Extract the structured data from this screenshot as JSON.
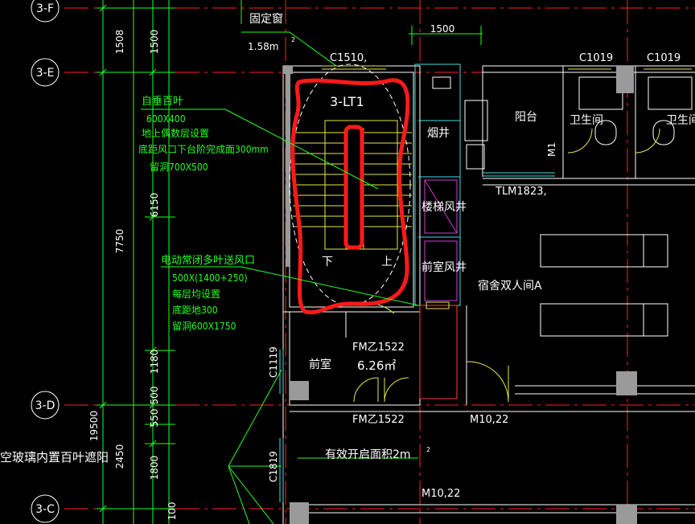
{
  "axes": {
    "f": "3-F",
    "e": "3-E",
    "d": "3-D",
    "c": "3-C"
  },
  "dims": {
    "d1508": "1508",
    "d1500v": "1500",
    "d1500h": "1500",
    "d6150": "6150",
    "d7750": "7750",
    "d1180": "1180",
    "d500": "500",
    "d550": "550",
    "d1800": "1800",
    "d2450": "2450",
    "d19500": "19500",
    "d100": "100"
  },
  "labels": {
    "fixed_window": "固定窗",
    "fixed_window_area": "1.58m",
    "sup2": "2",
    "window_c1510": "C1510,",
    "window_c1019_a": "C1019",
    "window_c1019_b": "C1019",
    "stair_id": "3-LT1",
    "down": "下",
    "up": "上",
    "flue_shaft": "烟井",
    "stair_vent_shaft": "楼梯风井",
    "anteroom_vent_shaft": "前室风井",
    "balcony": "阳台",
    "bathroom_a": "卫生间",
    "bathroom_b": "卫生间",
    "door_m1": "M1",
    "window_tlm": "TLM1823,",
    "dorm_room": "宿舍双人间A",
    "anteroom": "前室",
    "fire_door_1": "FM乙1522",
    "fire_door_2": "FM乙1522",
    "area": "6.26㎡",
    "door_m10_a": "M10,22",
    "door_m10_b": "M10,22",
    "window_c1119": "C1119",
    "window_c1819": "C1819",
    "effective_opening": "有效开启面积2m",
    "glass_note": "空玻璃内置百叶遮阳"
  },
  "notes": {
    "louver": {
      "title": "自垂百叶",
      "lines": [
        "600X400",
        "地上偶数层设置",
        "底距风口下台阶完成面300mm",
        "留洞700X500"
      ]
    },
    "vent": {
      "title": "电动常闭多叶送风口",
      "lines": [
        "500X(1400+250)",
        "每层均设置",
        "底距地300",
        "留洞600X1750"
      ]
    }
  },
  "colors": {
    "background": "#000000",
    "wall_lines": "#ffffff",
    "grid": "#ff2020",
    "annotation": "#22ff22",
    "highlight": "#ff1a1a",
    "stair": "#e8e84a",
    "window_cyan": "#40e0e0",
    "shafts_magenta": "#d040d0"
  }
}
